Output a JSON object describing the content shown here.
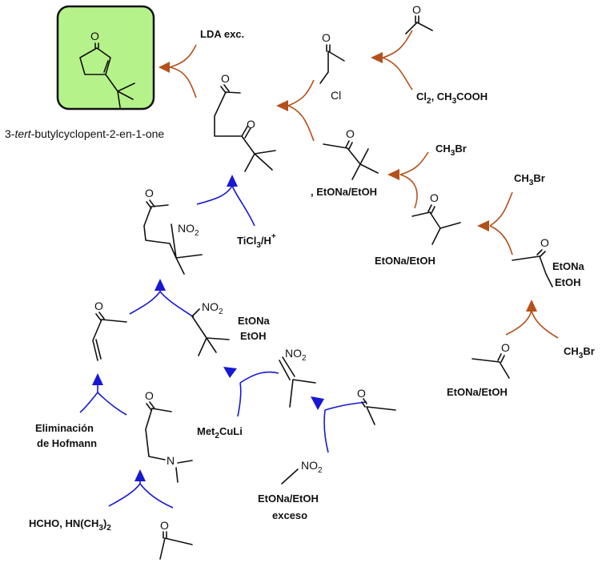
{
  "target": {
    "name": "3-tert-butylcyclopent-2-en-1-one",
    "name_prefix": "3-",
    "name_italic": "tert",
    "name_suffix": "-butylcyclopent-2-en-1-one",
    "box_color": "#b6f28a",
    "atom_O": "O"
  },
  "colors": {
    "brown": "#b4501a",
    "blue": "#1717d4",
    "bond": "#111111"
  },
  "reagents": {
    "lda": "LDA exc.",
    "cl2_a": "Cl",
    "cl2_sub": "2",
    "cl2_b": ", CH",
    "cl2_sub2": "3",
    "cl2_c": "COOH",
    "ch3br_1_a": "CH",
    "ch3br_1_sub": "3",
    "ch3br_1_b": "Br",
    "etona_comma": ", EtONa/EtOH",
    "ch3br_2_a": "CH",
    "ch3br_2_sub": "3",
    "ch3br_2_b": "Br",
    "etona_line1": "EtONa",
    "etoh_line2": "EtOH",
    "etona_etoh_mid": "EtONa/EtOH",
    "ch3br_3_a": "CH",
    "ch3br_3_sub": "3",
    "ch3br_3_b": "Br",
    "etona_etoh_bottom": "EtONa/EtOH",
    "ticl3_a": "TiCl",
    "ticl3_sub": "3",
    "ticl3_b": "/H",
    "ticl3_sup": "+",
    "etona_left1": "EtONa",
    "etoh_left2": "EtOH",
    "met2culi_a": "Met",
    "met2culi_sub": "2",
    "met2culi_b": "CuLi",
    "hofmann_1": "Eliminación",
    "hofmann_2": "de Hofmann",
    "mannich_a": "HCHO, HN(CH",
    "mannich_sub": "3",
    "mannich_b": ")",
    "mannich_sub2": "2",
    "nitro_etona": "EtONa/EtOH",
    "nitro_exceso": "exceso"
  },
  "atoms": {
    "O": "O",
    "Cl": "Cl",
    "N": "N",
    "NO2_a": "NO",
    "NO2_sub": "2"
  }
}
